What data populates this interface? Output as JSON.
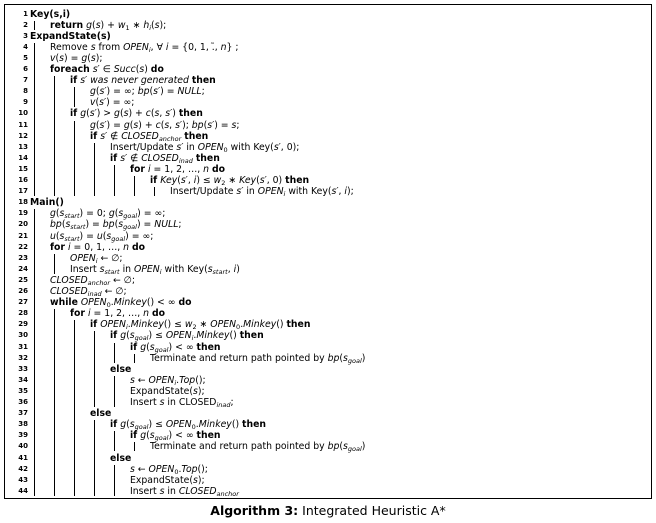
{
  "caption": {
    "label": "Algorithm 3:",
    "title": "Integrated Heuristic A*"
  },
  "lines": [
    {
      "n": "1",
      "html": "<span class=\"kw\">Key(s,i)</span>"
    },
    {
      "n": "2",
      "html": "<span class=\"kw\">return</span> <i>g</i>(<i>s</i>) + <i>w</i><sub>1</sub> ∗ <i>h<sub>i</sub></i>(<i>s</i>);"
    },
    {
      "n": "3",
      "html": "<span class=\"kw\">ExpandState(s)</span>"
    },
    {
      "n": "4",
      "html": "Remove <i>s</i> from <i>OPEN<sub>i</sub></i>, ∀ <i>i</i> = {0, 1, .̃, <i>n</i>} ;"
    },
    {
      "n": "5",
      "html": "<i>v</i>(<i>s</i>) = <i>g</i>(<i>s</i>);"
    },
    {
      "n": "6",
      "html": "<span class=\"kw\">foreach</span> <i>s′</i> ∈ <i>Succ</i>(<i>s</i>) <span class=\"kw\">do</span>"
    },
    {
      "n": "7",
      "html": "<span class=\"kw\">if</span> <i>s′ was never generated</i> <span class=\"kw\">then</span>"
    },
    {
      "n": "8",
      "html": "<i>g</i>(<i>s′</i>) = ∞; <i>bp</i>(<i>s′</i>) = <i>NULL</i>;"
    },
    {
      "n": "9",
      "html": "<i>v</i>(<i>s′</i>) = ∞;"
    },
    {
      "n": "10",
      "html": "<span class=\"kw\">if</span> <i>g</i>(<i>s′</i>) &gt; <i>g</i>(<i>s</i>) + <i>c</i>(<i>s</i>, <i>s′</i>) <span class=\"kw\">then</span>"
    },
    {
      "n": "11",
      "html": "<i>g</i>(<i>s′</i>) = <i>g</i>(<i>s</i>) + <i>c</i>(<i>s</i>, <i>s′</i>); <i>bp</i>(<i>s′</i>) = <i>s</i>;"
    },
    {
      "n": "12",
      "html": "<span class=\"kw\">if</span> <i>s′</i> ∉ <i>CLOSED<sub>anchor</sub></i> <span class=\"kw\">then</span>"
    },
    {
      "n": "13",
      "html": "Insert/Update <i>s′</i> in <i>OPEN</i><sub>0</sub> with Key(<i>s′</i>, 0);"
    },
    {
      "n": "14",
      "html": "<span class=\"kw\">if</span> <i>s′</i> ∉ <i>CLOSED<sub>inad</sub></i> <span class=\"kw\">then</span>"
    },
    {
      "n": "15",
      "html": "<span class=\"kw\">for</span> <i>i</i> = 1, 2, …, <i>n</i> <span class=\"kw\">do</span>"
    },
    {
      "n": "16",
      "html": "<span class=\"kw\">if</span> <i>Key</i>(<i>s′</i>, <i>i</i>) ≤ <i>w</i><sub>2</sub> ∗ <i>Key</i>(<i>s′</i>, 0) <span class=\"kw\">then</span>"
    },
    {
      "n": "17",
      "html": "Insert/Update <i>s′</i> in <i>OPEN<sub>i</sub></i> with Key(<i>s′</i>, <i>i</i>);"
    },
    {
      "n": "18",
      "html": "<span class=\"kw\">Main()</span>"
    },
    {
      "n": "19",
      "html": "<i>g</i>(<i>s<sub>start</sub></i>) = 0; <i>g</i>(<i>s<sub>goal</sub></i>) = ∞;"
    },
    {
      "n": "20",
      "html": "<i>bp</i>(<i>s<sub>start</sub></i>) = <i>bp</i>(<i>s<sub>goal</sub></i>) = <i>NULL</i>;"
    },
    {
      "n": "21",
      "html": "<i>u</i>(<i>s<sub>start</sub></i>) = <i>u</i>(<i>s<sub>goal</sub></i>) = ∞;"
    },
    {
      "n": "22",
      "html": "<span class=\"kw\">for</span> <i>i</i> = 0, 1, …, <i>n</i> <span class=\"kw\">do</span>"
    },
    {
      "n": "23",
      "html": "<i>OPEN<sub>i</sub></i> ← ∅;"
    },
    {
      "n": "24",
      "html": "Insert <i>s<sub>start</sub></i> in <i>OPEN<sub>i</sub></i> with Key(<i>s<sub>start</sub></i>, <i>i</i>)"
    },
    {
      "n": "25",
      "html": "<i>CLOSED<sub>anchor</sub></i> ← ∅;"
    },
    {
      "n": "26",
      "html": "<i>CLOSED<sub>inad</sub></i> ← ∅;"
    },
    {
      "n": "27",
      "html": "<span class=\"kw\">while</span> <i>OPEN</i><sub>0</sub>.<i>Minkey</i>() &lt; ∞ <span class=\"kw\">do</span>"
    },
    {
      "n": "28",
      "html": "<span class=\"kw\">for</span> <i>i</i> = 1, 2, …, <i>n</i> <span class=\"kw\">do</span>"
    },
    {
      "n": "29",
      "html": "<span class=\"kw\">if</span> <i>OPEN<sub>i</sub></i>.<i>Minkey</i>() ≤ <i>w</i><sub>2</sub> ∗ <i>OPEN</i><sub>0</sub>.<i>Minkey</i>() <span class=\"kw\">then</span>"
    },
    {
      "n": "30",
      "html": "<span class=\"kw\">if</span> <i>g</i>(<i>s<sub>goal</sub></i>) ≤ <i>OPEN<sub>i</sub></i>.<i>Minkey</i>() <span class=\"kw\">then</span>"
    },
    {
      "n": "31",
      "html": "<span class=\"kw\">if</span> <i>g</i>(<i>s<sub>goal</sub></i>) &lt; ∞ <span class=\"kw\">then</span>"
    },
    {
      "n": "32",
      "html": "Terminate and return path pointed by <i>bp</i>(<i>s<sub>goal</sub></i>)"
    },
    {
      "n": "33",
      "html": "<span class=\"kw\">else</span>"
    },
    {
      "n": "34",
      "html": "<i>s</i> ← <i>OPEN<sub>i</sub></i>.<i>Top</i>();"
    },
    {
      "n": "35",
      "html": "ExpandState(<i>s</i>);"
    },
    {
      "n": "36",
      "html": "Insert <i>s</i> in CLOSED<sub><i>inad</i></sub>;"
    },
    {
      "n": "37",
      "html": "<span class=\"kw\">else</span>"
    },
    {
      "n": "38",
      "html": "<span class=\"kw\">if</span> <i>g</i>(<i>s<sub>goal</sub></i>) ≤ <i>OPEN</i><sub>0</sub>.<i>Minkey</i>() <span class=\"kw\">then</span>"
    },
    {
      "n": "39",
      "html": "<span class=\"kw\">if</span> <i>g</i>(<i>s<sub>goal</sub></i>) &lt; ∞ <span class=\"kw\">then</span>"
    },
    {
      "n": "40",
      "html": "Terminate and return path pointed by <i>bp</i>(<i>s<sub>goal</sub></i>)"
    },
    {
      "n": "41",
      "html": "<span class=\"kw\">else</span>"
    },
    {
      "n": "42",
      "html": "<i>s</i> ← <i>OPEN</i><sub>0</sub>.<i>Top</i>();"
    },
    {
      "n": "43",
      "html": "ExpandState(<i>s</i>);"
    },
    {
      "n": "44",
      "html": "Insert <i>s</i> in <i>CLOSED<sub>anchor</sub></i>"
    }
  ]
}
